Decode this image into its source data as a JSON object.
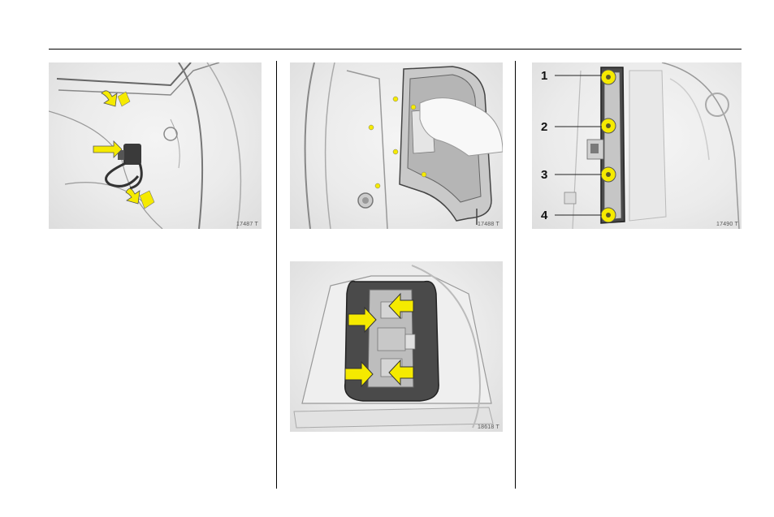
{
  "figures": {
    "fig1": {
      "id": "17487 T"
    },
    "fig2": {
      "id": "17488 T"
    },
    "fig3": {
      "id": "18618 T"
    },
    "fig4": {
      "id": "17490 T",
      "callouts": [
        "1",
        "2",
        "3",
        "4"
      ]
    }
  },
  "colors": {
    "highlight": "#f5ea00",
    "line": "#555555",
    "dark": "#3a3a3a"
  }
}
